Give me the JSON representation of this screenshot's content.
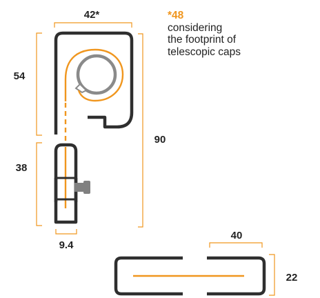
{
  "colors": {
    "accent": "#f0961e",
    "profile": "#2f2f2f",
    "knob": "#808080",
    "text": "#222222"
  },
  "dimensions": {
    "top_width": "42*",
    "upper_height": "54",
    "lower_height": "38",
    "total_height": "90",
    "rail_width": "9.4",
    "bottom_width": "40",
    "bottom_height": "22"
  },
  "note": {
    "highlight": "*48",
    "line1": "considering",
    "line2": "the footprint of",
    "line3": "telescopic caps"
  }
}
